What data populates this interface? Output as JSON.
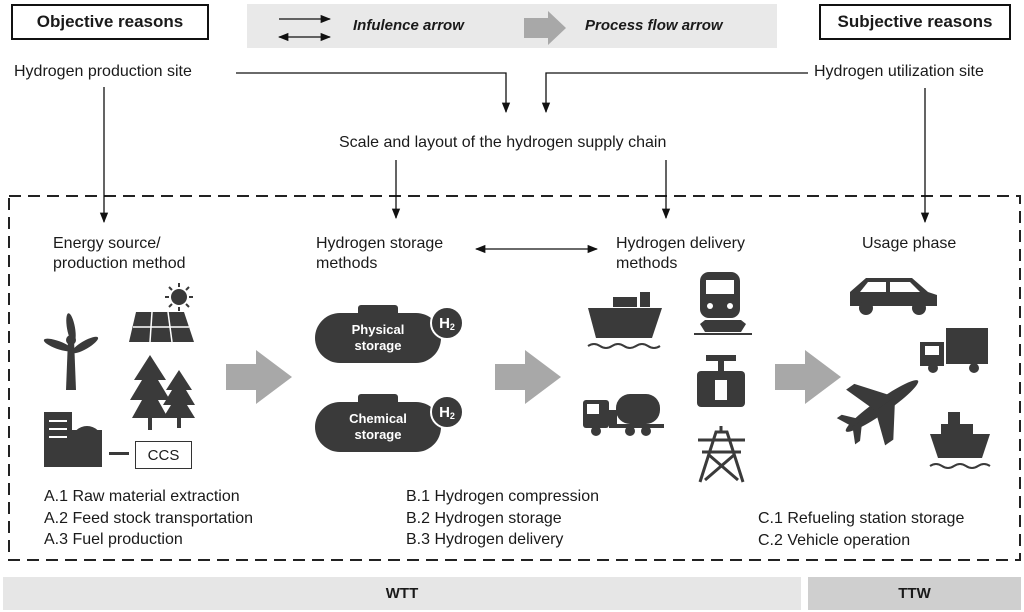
{
  "objective_label": "Objective reasons",
  "subjective_label": "Subjective reasons",
  "legend": {
    "influence": "Infulence arrow",
    "process": "Process flow arrow"
  },
  "production_site": "Hydrogen production site",
  "utilization_site": "Hydrogen utilization site",
  "scale_layout": "Scale and layout of the hydrogen supply chain",
  "stages": {
    "energy": [
      "Energy source/",
      "production method"
    ],
    "storage": [
      "Hydrogen storage",
      "methods"
    ],
    "delivery": [
      "Hydrogen delivery",
      "methods"
    ],
    "usage": [
      "Usage phase"
    ]
  },
  "tanks": {
    "physical": [
      "Physical",
      "storage"
    ],
    "chemical": [
      "Chemical",
      "storage"
    ],
    "h": "H",
    "sub": "2"
  },
  "ccs": "CCS",
  "lists": {
    "a": [
      "A.1 Raw material extraction",
      "A.2 Feed stock transportation",
      "A.3 Fuel production"
    ],
    "b": [
      "B.1 Hydrogen compression",
      "B.2 Hydrogen storage",
      "B.3 Hydrogen delivery"
    ],
    "c": [
      "C.1 Refueling station storage",
      "C.2 Vehicle operation"
    ]
  },
  "bars": {
    "wtt": "WTT",
    "ttw": "TTW"
  },
  "icons": [
    "wind-turbine-icon",
    "solar-panel-icon",
    "sun-icon",
    "trees-icon",
    "factory-icon",
    "ship-icon",
    "train-icon",
    "truck-icon",
    "tanker-truck-icon",
    "pipeline-valve-icon",
    "power-tower-icon",
    "car-icon",
    "airplane-icon"
  ],
  "colors": {
    "dark": "#3a3a3a",
    "flow_arrow": "#a8a8a8",
    "legend_bg": "#e9e9e9",
    "bar_wtt": "#e6e6e6",
    "bar_ttw": "#cfcfcf"
  }
}
